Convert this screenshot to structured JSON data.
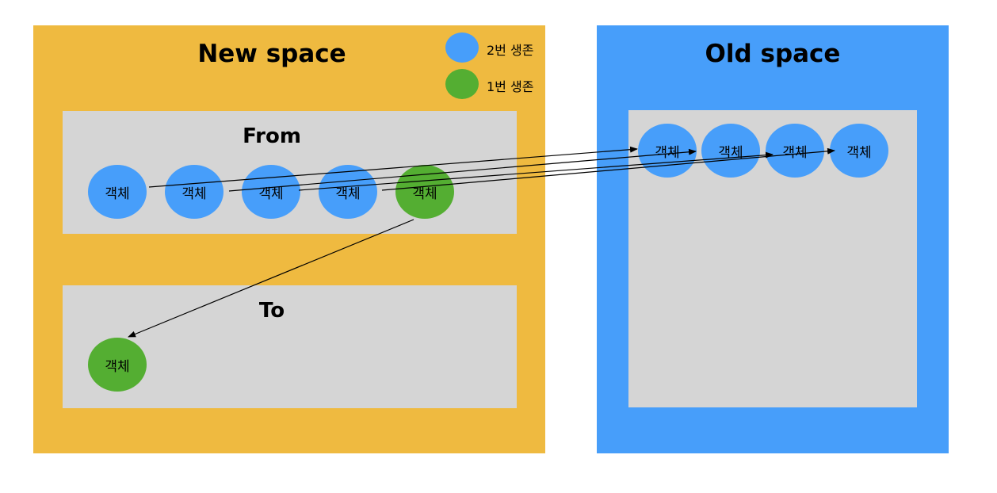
{
  "new_space": {
    "title": "New space",
    "color": "#EFBA40"
  },
  "old_space": {
    "title": "Old space",
    "color": "#479EFA"
  },
  "from": {
    "title": "From"
  },
  "to": {
    "title": "To"
  },
  "legend": {
    "survived_twice": {
      "label": "2번 생존",
      "color": "#479EFA"
    },
    "survived_once": {
      "label": "1번 생존",
      "color": "#54AE32"
    }
  },
  "object_label": "객체",
  "colors": {
    "inner_region": "#D5D5D5",
    "arrow": "#000000"
  }
}
